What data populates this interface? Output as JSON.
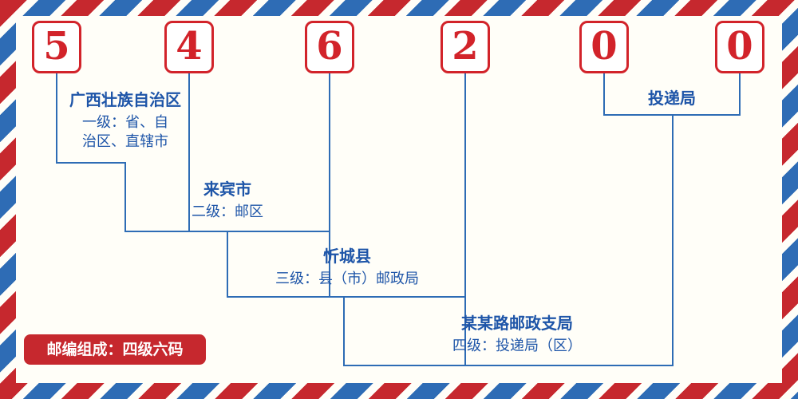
{
  "postal_code": {
    "digits": [
      "5",
      "4",
      "6",
      "2",
      "0",
      "0"
    ]
  },
  "labels": {
    "level1": {
      "name": "广西壮族自治区",
      "desc_line1": "一级：省、自",
      "desc_line2": "治区、直辖市"
    },
    "level2": {
      "name": "来宾市",
      "desc": "二级：邮区"
    },
    "level3": {
      "name": "忻城县",
      "desc": "三级：县（市）邮政局"
    },
    "level4": {
      "name": "某某路邮政支局",
      "desc": "四级：投递局（区）"
    },
    "delivery": {
      "name": "投递局"
    }
  },
  "badge": {
    "text": "邮编组成：四级六码"
  },
  "colors": {
    "digit_red": "#d2232a",
    "badge_red": "#c6282e",
    "line_blue": "#2e6cb5",
    "label_blue": "#1e55a8",
    "stripe_red": "#c6282e",
    "stripe_blue": "#2e6cb5",
    "background": "#fffef8"
  }
}
